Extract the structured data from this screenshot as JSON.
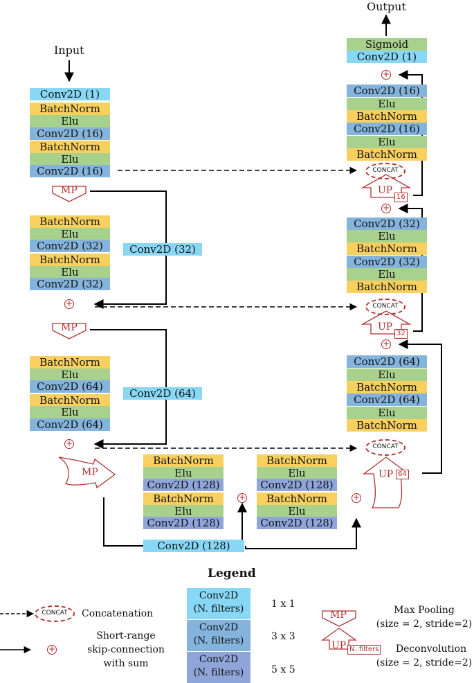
{
  "labels": {
    "input": "Input",
    "output": "Output",
    "legend_title": "Legend"
  },
  "encoder": {
    "block1": [
      "Conv2D (1)",
      "BatchNorm",
      "Elu",
      "Conv2D (16)",
      "BatchNorm",
      "Elu",
      "Conv2D (16)"
    ],
    "block2": [
      "BatchNorm",
      "Elu",
      "Conv2D (32)",
      "BatchNorm",
      "Elu",
      "Conv2D (32)"
    ],
    "block3": [
      "BatchNorm",
      "Elu",
      "Conv2D (64)",
      "BatchNorm",
      "Elu",
      "Conv2D (64)"
    ],
    "skip2": "Conv2D (32)",
    "skip3": "Conv2D (64)",
    "mp": "MP"
  },
  "bottleneck": {
    "left": [
      "BatchNorm",
      "Elu",
      "Conv2D (128)",
      "BatchNorm",
      "Elu",
      "Conv2D (128)"
    ],
    "right": [
      "BatchNorm",
      "Elu",
      "Conv2D (128)",
      "BatchNorm",
      "Elu",
      "Conv2D (128)"
    ],
    "skip": "Conv2D (128)"
  },
  "decoder": {
    "top": [
      "Sigmoid",
      "Conv2D (1)"
    ],
    "block16": [
      "Conv2D (16)",
      "Elu",
      "BatchNorm",
      "Conv2D (16)",
      "Elu",
      "BatchNorm"
    ],
    "block32": [
      "Conv2D (32)",
      "Elu",
      "BatchNorm",
      "Conv2D (32)",
      "Elu",
      "BatchNorm"
    ],
    "block64": [
      "Conv2D (64)",
      "Elu",
      "BatchNorm",
      "Conv2D (64)",
      "Elu",
      "BatchNorm"
    ],
    "up": "UP",
    "up16": "16",
    "up32": "32",
    "up64": "64",
    "concat": "CONCAT"
  },
  "legend": {
    "concat_label": "CONCAT",
    "concatenation": "Concatenation",
    "skip_line1": "Short-range",
    "skip_line2": "skip-connection",
    "skip_line3": "with sum",
    "block_line1": "Conv2D",
    "block_line2": "(N. filters)",
    "k1": "1 x 1",
    "k3": "3 x 3",
    "k5": "5 x 5",
    "mp": "MP",
    "maxpool_line1": "Max Pooling",
    "maxpool_line2": "(size = 2, stride=2)",
    "up": "UP",
    "nfilters": "N. filters",
    "deconv_line1": "Deconvolution",
    "deconv_line2": "(size = 2, stride=2)"
  },
  "colors": {
    "conv1x1": "#87d7f5",
    "conv3x3": "#84b3dc",
    "conv5x5": "#8fa5d9",
    "batchnorm": "#f8d05f",
    "elu": "#a9d18e",
    "accent_red": "#b03030"
  }
}
